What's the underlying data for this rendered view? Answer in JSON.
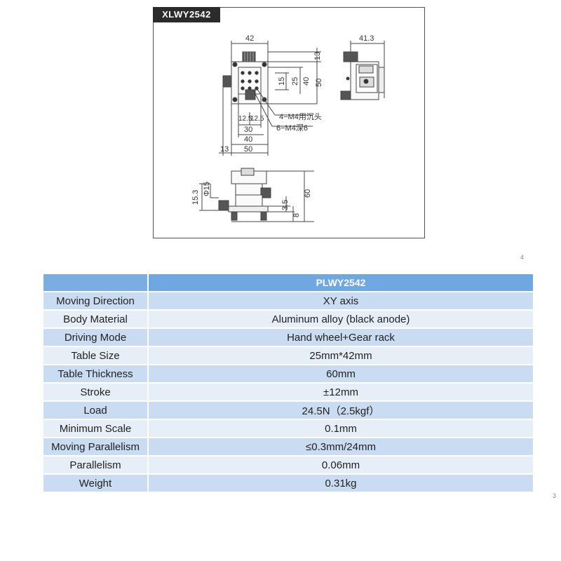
{
  "drawing": {
    "tag": "XLWY2542",
    "dims": {
      "top_42": "42",
      "top_13": "13",
      "right_40": "40",
      "right_50": "50",
      "inner_15": "15",
      "inner_25": "25",
      "bot_125a": "12.5",
      "bot_125b": "12.5",
      "bot_30": "30",
      "bot_40": "40",
      "bot_13": "13",
      "bot_50": "50",
      "side_413": "41.3",
      "front_153": "15.3",
      "front_phi15": "Φ15",
      "front_60": "60",
      "front_35": "3.5",
      "front_8": "8"
    },
    "callouts": {
      "m4_counterbore": "4−M4用沉头",
      "m4_depth": "6−M4深6"
    }
  },
  "page_numbers": {
    "upper": "4",
    "lower": "3"
  },
  "table": {
    "header": "PLWY2542",
    "rows": [
      {
        "label": "Moving Direction",
        "value": "XY axis"
      },
      {
        "label": "Body Material",
        "value": "Aluminum alloy (black anode)"
      },
      {
        "label": "Driving Mode",
        "value": "Hand wheel+Gear rack"
      },
      {
        "label": "Table Size",
        "value": "25mm*42mm"
      },
      {
        "label": "Table Thickness",
        "value": "60mm"
      },
      {
        "label": "Stroke",
        "value": "±12mm"
      },
      {
        "label": "Load",
        "value": "24.5N（2.5kgf）"
      },
      {
        "label": "Minimum Scale",
        "value": "0.1mm"
      },
      {
        "label": "Moving Parallelism",
        "value": "≤0.3mm/24mm"
      },
      {
        "label": "Parallelism",
        "value": "0.06mm"
      },
      {
        "label": "Weight",
        "value": "0.31kg"
      }
    ]
  }
}
